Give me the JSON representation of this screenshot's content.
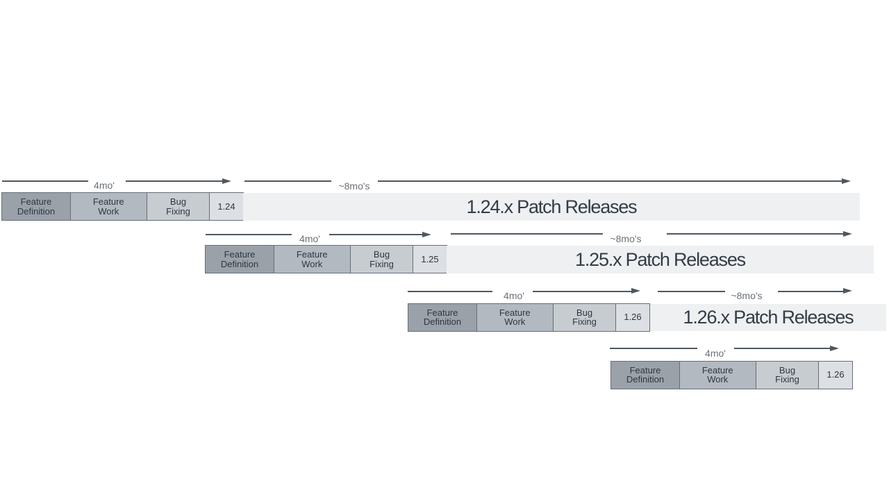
{
  "diagram": {
    "rows": [
      {
        "version": "1.24",
        "phases": [
          "Feature\nDefinition",
          "Feature\nWork",
          "Bug\nFixing"
        ],
        "cycle_duration_label": "4mo'",
        "patch_duration_label": "~8mo's",
        "patch_label": "1.24.x Patch Releases"
      },
      {
        "version": "1.25",
        "phases": [
          "Feature\nDefinition",
          "Feature\nWork",
          "Bug\nFixing"
        ],
        "cycle_duration_label": "4mo'",
        "patch_duration_label": "~8mo's",
        "patch_label": "1.25.x Patch Releases"
      },
      {
        "version": "1.26",
        "phases": [
          "Feature\nDefinition",
          "Feature\nWork",
          "Bug\nFixing"
        ],
        "cycle_duration_label": "4mo'",
        "patch_duration_label": "~8mo's",
        "patch_label": "1.26.x Patch Releases"
      },
      {
        "version": "1.26",
        "phases": [
          "Feature\nDefinition",
          "Feature\nWork",
          "Bug\nFixing"
        ],
        "cycle_duration_label": "4mo'"
      }
    ],
    "colors": {
      "phase_definition": "#9aa1a9",
      "phase_work": "#b3b9c0",
      "phase_bugfix": "#c7ccd1",
      "version_box": "#dcdfe3",
      "patch_bar": "#eef0f2",
      "box_border": "#666e77",
      "box_text": "#2e3640",
      "patch_text": "#333c46",
      "arrow": "#4e575f",
      "duration_text": "#6a7077"
    }
  }
}
